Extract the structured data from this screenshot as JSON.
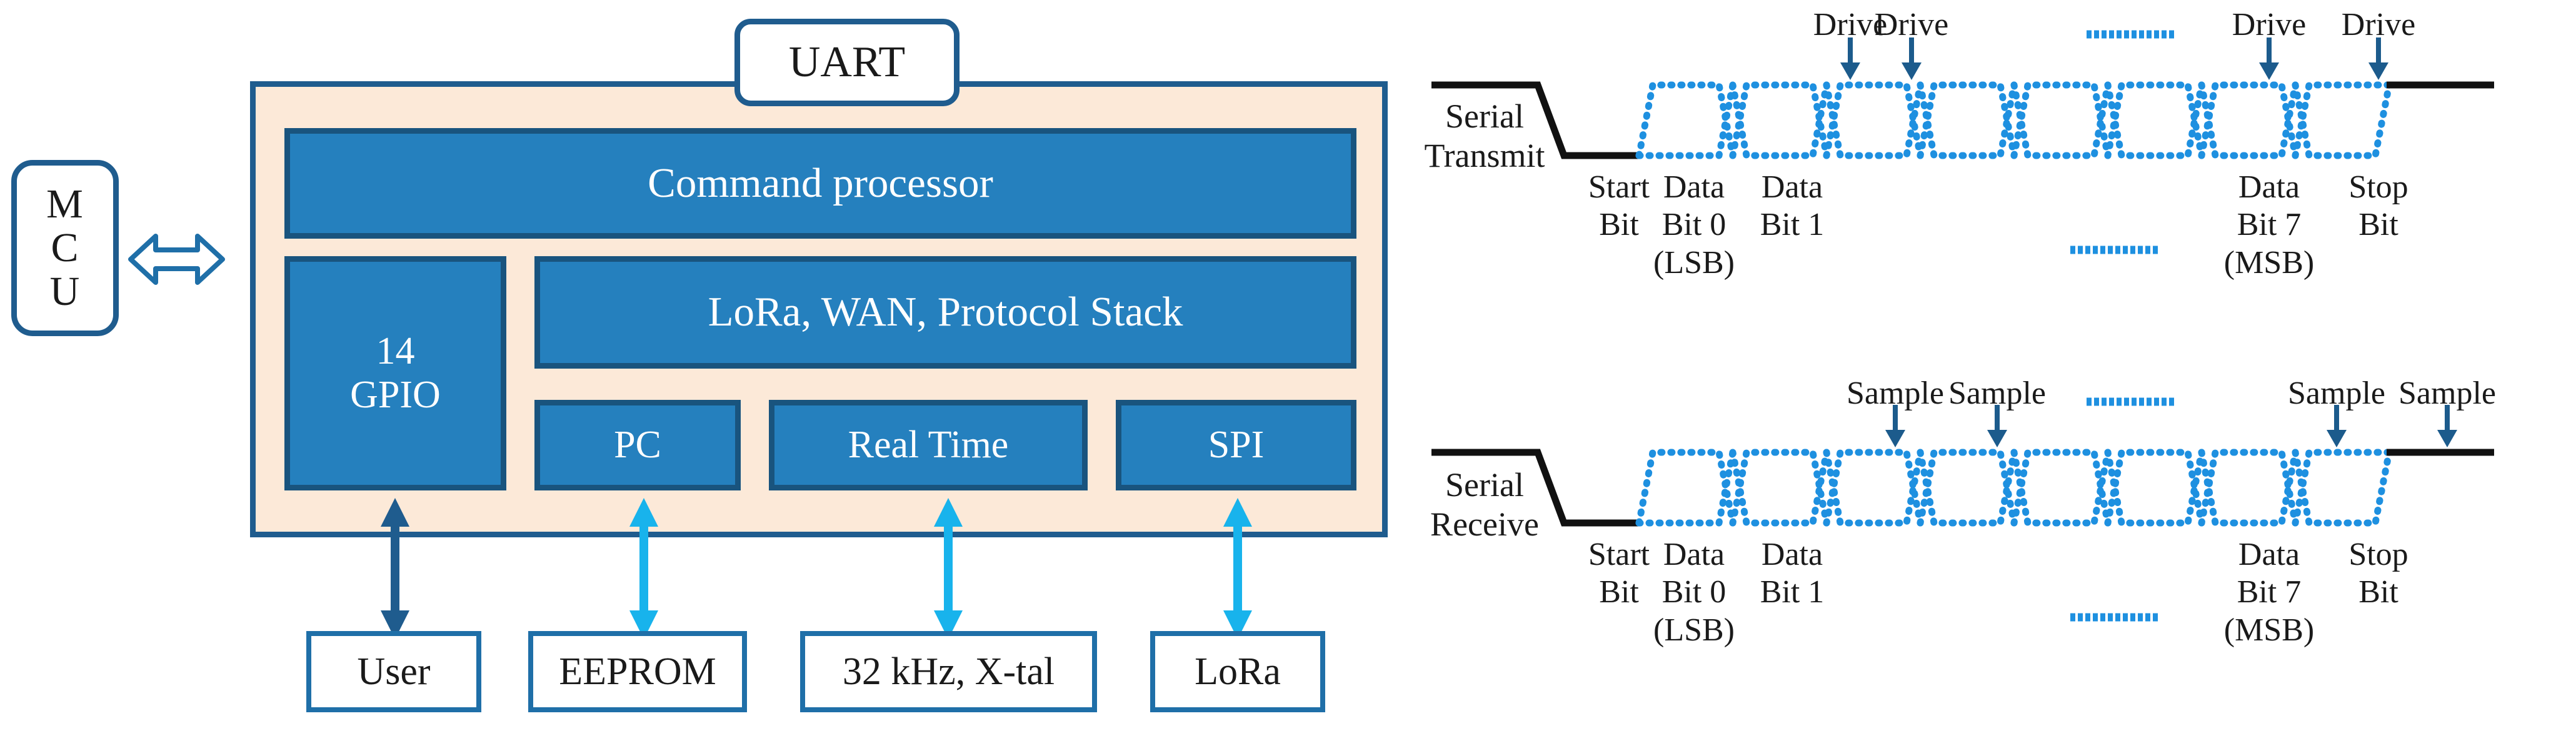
{
  "block_diagram": {
    "mcu": {
      "letters": [
        "M",
        "C",
        "U"
      ],
      "name": "MCU"
    },
    "interface_label": "UART",
    "modules": {
      "command_processor": "Command processor",
      "gpio_count": "14",
      "gpio_label": "GPIO",
      "protocol_stack": "LoRa, WAN, Protocol Stack",
      "pc": "PC",
      "real_time": "Real Time",
      "spi": "SPI"
    },
    "peripherals": [
      {
        "label": "User",
        "arrow_color": "#1F5C8E"
      },
      {
        "label": "EEPROM",
        "arrow_color": "#18B3EC"
      },
      {
        "label": "32 kHz, X-tal",
        "arrow_color": "#18B3EC"
      },
      {
        "label": "LoRa",
        "arrow_color": "#18B3EC"
      }
    ],
    "colors": {
      "chip_fill": "#FCE9D8",
      "module_fill": "#2580BE",
      "border": "#1F5C8E",
      "module_border": "#19547E",
      "cyan_arrow": "#18B3EC",
      "navy_arrow": "#1F5C8E"
    }
  },
  "waveforms": {
    "colors": {
      "solid_trace": "#111111",
      "dotted_trace": "#1E90E0",
      "arrow": "#1C5B8C"
    },
    "transmit": {
      "signal_name_line1": "Serial",
      "signal_name_line2": "Transmit",
      "annotation_word": "Drive",
      "annotations": [
        "Drive",
        "Drive",
        "Drive",
        "Drive"
      ],
      "bit_labels": [
        {
          "line1": "Start",
          "line2": "Bit",
          "line3": ""
        },
        {
          "line1": "Data",
          "line2": "Bit 0",
          "line3": "(LSB)"
        },
        {
          "line1": "Data",
          "line2": "Bit 1",
          "line3": ""
        },
        {
          "line1": "Data",
          "line2": "Bit 7",
          "line3": "(MSB)"
        },
        {
          "line1": "Stop",
          "line2": "Bit",
          "line3": ""
        }
      ],
      "ellipsis_dots": 13
    },
    "receive": {
      "signal_name_line1": "Serial",
      "signal_name_line2": "Receive",
      "annotation_word": "Sample",
      "annotations": [
        "Sample",
        "Sample",
        "Sample",
        "Sample"
      ],
      "bit_labels": [
        {
          "line1": "Start",
          "line2": "Bit",
          "line3": ""
        },
        {
          "line1": "Data",
          "line2": "Bit 0",
          "line3": "(LSB)"
        },
        {
          "line1": "Data",
          "line2": "Bit 1",
          "line3": ""
        },
        {
          "line1": "Data",
          "line2": "Bit 7",
          "line3": "(MSB)"
        },
        {
          "line1": "Stop",
          "line2": "Bit",
          "line3": ""
        }
      ],
      "ellipsis_dots": 13
    }
  }
}
